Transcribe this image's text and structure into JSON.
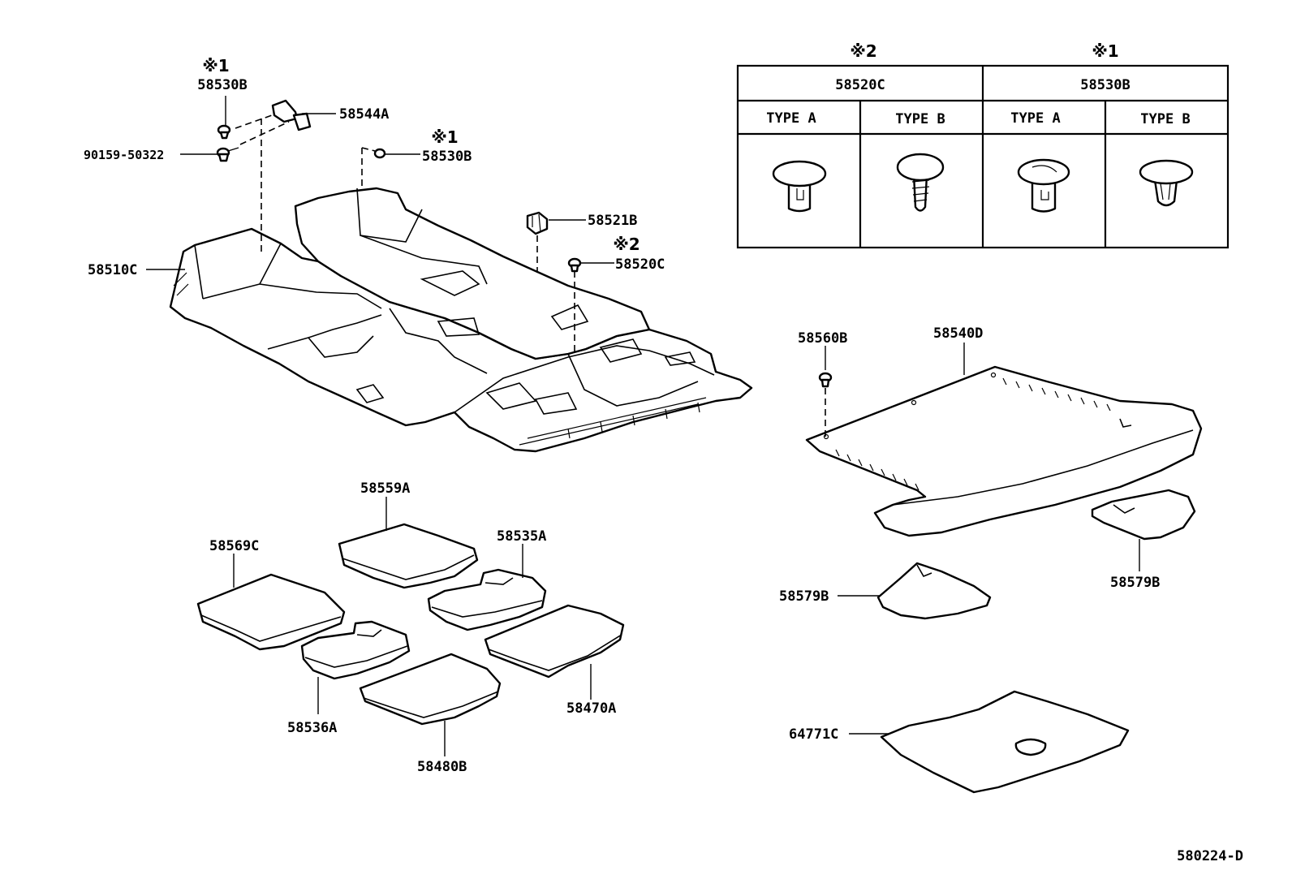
{
  "labels": {
    "p58530B_top": "58530B",
    "p58544A": "58544A",
    "p90159": "90159-50322",
    "p58530B_mid": "58530B",
    "p58521B": "58521B",
    "p58520C": "58520C",
    "p58510C": "58510C",
    "p58560B": "58560B",
    "p58540D": "58540D",
    "p58559A": "58559A",
    "p58569C": "58569C",
    "p58535A": "58535A",
    "p58536A": "58536A",
    "p58470A": "58470A",
    "p58480B": "58480B",
    "p58579B_left": "58579B",
    "p58579B_right": "58579B",
    "p64771C": "64771C",
    "figure_id": "580224-D"
  },
  "marks": {
    "m1_top": "※1",
    "m1_mid": "※1",
    "m2_mid": "※2"
  },
  "clip_table": {
    "group_marks": [
      "※2",
      "※1"
    ],
    "groups": [
      "58520C",
      "58530B"
    ],
    "types": [
      "TYPE A",
      "TYPE B",
      "TYPE A",
      "TYPE B"
    ]
  }
}
